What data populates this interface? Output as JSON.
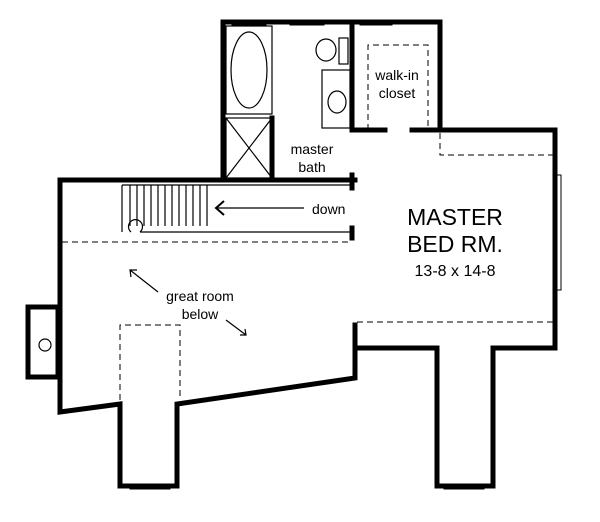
{
  "rooms": {
    "master_bed_line1": "MASTER",
    "master_bed_line2": "BED RM.",
    "master_bed_dims": "13-8  x  14-8",
    "master_bath_line1": "master",
    "master_bath_line2": "bath",
    "closet_line1": "walk-in",
    "closet_line2": "closet",
    "great_room_line1": "great room",
    "great_room_line2": "below"
  },
  "stairs": {
    "direction_label": "down"
  }
}
